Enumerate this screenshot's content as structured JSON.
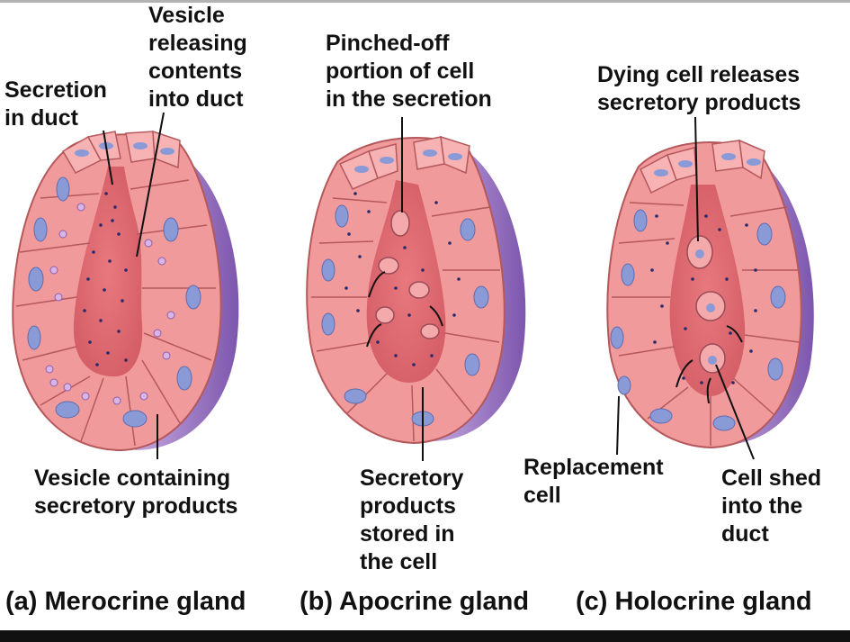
{
  "labels": {
    "merocrine_secretion": "Secretion\nin duct",
    "merocrine_vesicle_release": "Vesicle\nreleasing\ncontents\ninto duct",
    "merocrine_vesicle_contain": "Vesicle containing\nsecretory products",
    "apocrine_pinched": "Pinched-off\nportion of cell\nin the secretion",
    "apocrine_stored": "Secretory\nproducts\nstored in\nthe cell",
    "holocrine_dying": "Dying cell releases\nsecretory products",
    "holocrine_replacement": "Replacement\ncell",
    "holocrine_shed": "Cell shed\ninto the\nduct"
  },
  "captions": {
    "a": "(a) Merocrine gland",
    "b": "(b) Apocrine gland",
    "c": "(c) Holocrine gland"
  },
  "colors": {
    "cell_fill": "#f19a9c",
    "cell_stroke": "#b4585c",
    "duct": "#e06a72",
    "nucleus": "#8a9ad6",
    "vesicle": "#d9b4e6",
    "dot": "#2a2a6a",
    "side_purple": "#9a74c2"
  }
}
